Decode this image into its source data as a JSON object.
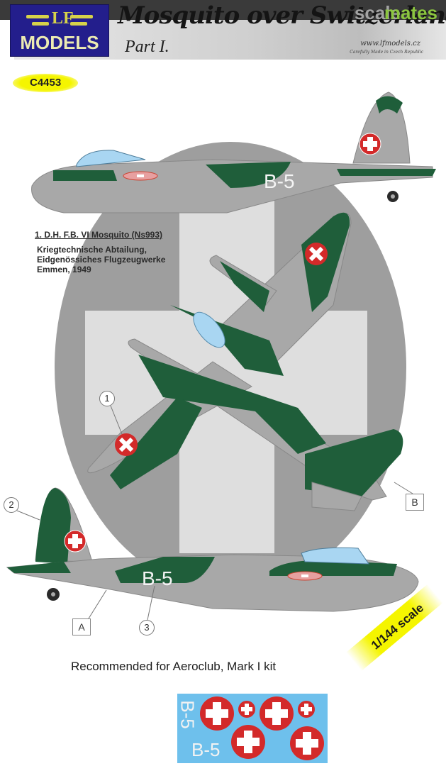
{
  "header": {
    "brand_top": "LF",
    "brand_bottom": "MODELS",
    "title": "Mosquito over Switzerland",
    "subtitle": "Part I.",
    "website": "www.lfmodels.cz",
    "tagline": "Carefully Made in Czech Republic",
    "watermark_part1": "scale",
    "watermark_part2": "mates"
  },
  "product": {
    "code": "C4453",
    "scale_label": "1/144 scale",
    "recommendation": "Recommended for Aeroclub, Mark I  kit"
  },
  "aircraft": {
    "designation": "1. D.H. F.B. VI Mosquito (Ns993)",
    "unit_line1": "Kriegtechnische Abtailung,",
    "unit_line2": "Eidgenössiches Flugzeugwerke",
    "unit_line3": "Emmen, 1949",
    "registration": "B-5"
  },
  "callouts": {
    "n1": "1",
    "n2": "2",
    "n3": "3",
    "a": "A",
    "b": "B"
  },
  "decal_sheet": {
    "text1": "B-5",
    "text2": "B-5",
    "roundels": 6
  },
  "colors": {
    "camo_green": "#1f5e3a",
    "camo_grey": "#a8a8a8",
    "oval_grey": "#9e9e9e",
    "cross_white": "#dedede",
    "swiss_red": "#d32a2a",
    "canopy_blue": "#a9d6f2",
    "logo_blue": "#231e8c",
    "badge_yellow": "#f5f500",
    "decal_blue": "#6ec0ec"
  }
}
